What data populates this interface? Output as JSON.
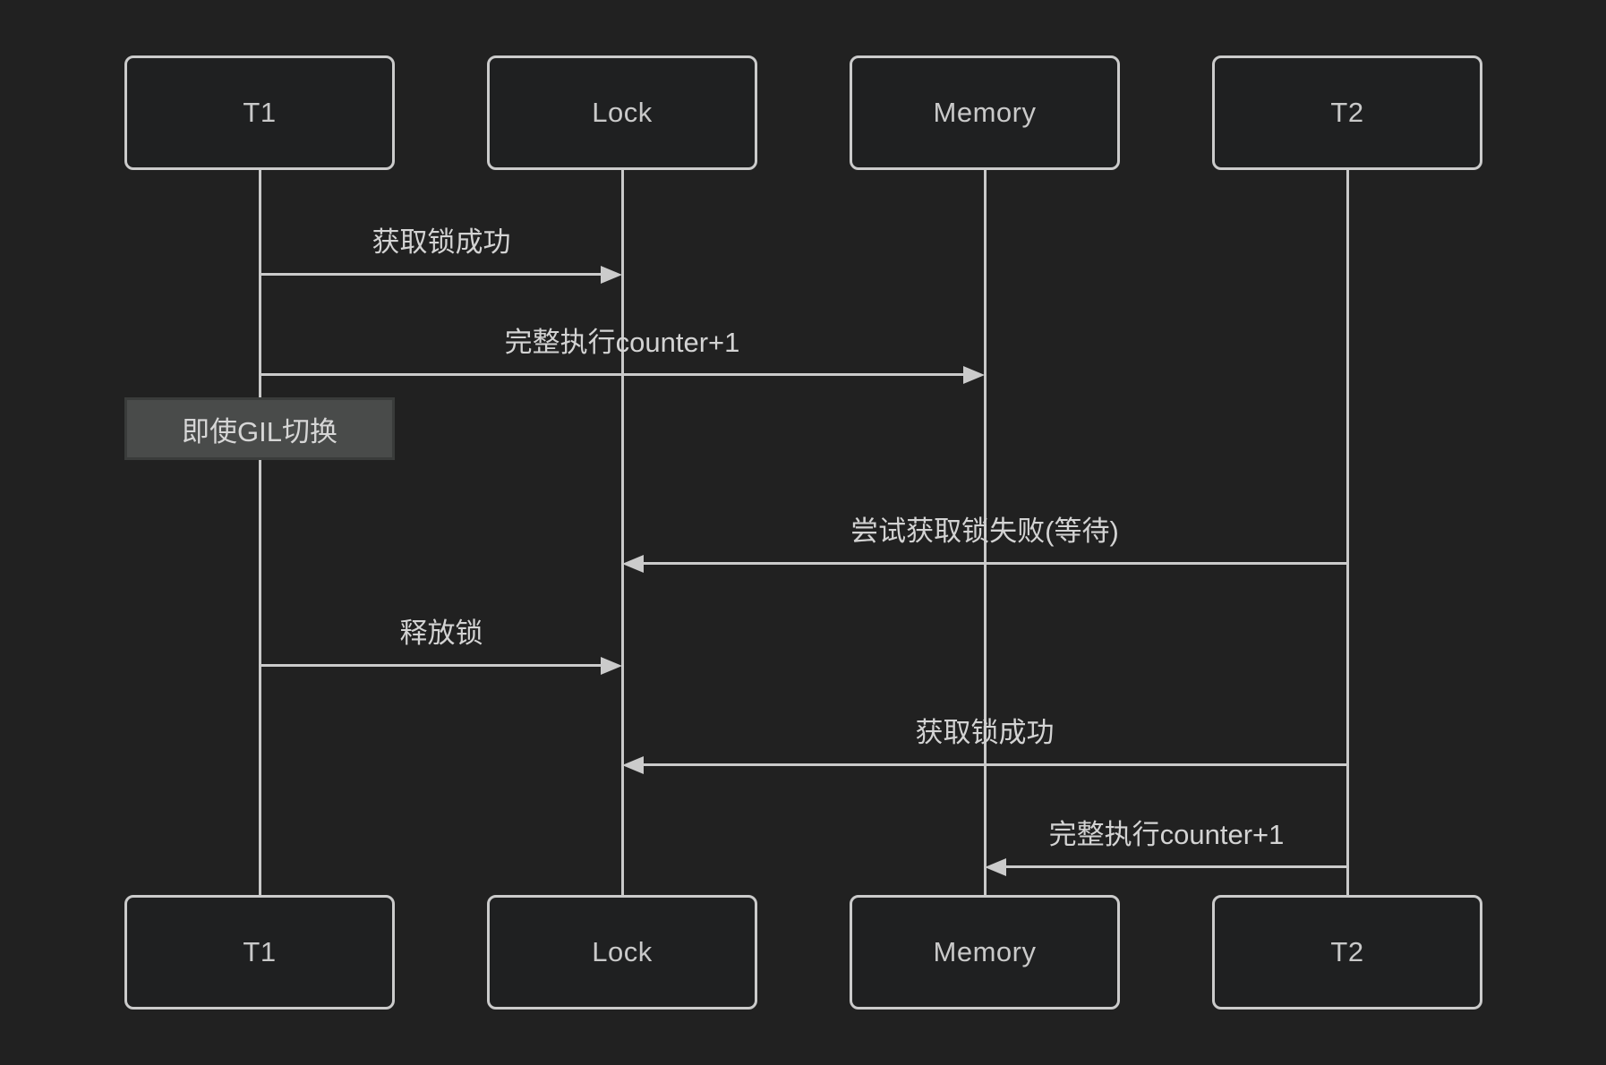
{
  "diagram": {
    "type": "sequence-diagram",
    "theme": {
      "background": "#212121",
      "actor_fill": "#1f2021",
      "stroke": "#cbcbcb",
      "actor_text_color": "#c9c9c9",
      "message_text_color": "#d3d3d3",
      "note_fill": "#494b4a",
      "note_border": "#3a3c3b",
      "note_text_color": "#d6d6d6"
    },
    "actors": [
      {
        "id": "t1",
        "label": "T1"
      },
      {
        "id": "lock",
        "label": "Lock"
      },
      {
        "id": "memory",
        "label": "Memory"
      },
      {
        "id": "t2",
        "label": "T2"
      }
    ],
    "messages": [
      {
        "from": "T1",
        "to": "Lock",
        "direction": "right",
        "label": "获取锁成功"
      },
      {
        "from": "T1",
        "to": "Memory",
        "direction": "right",
        "label": "完整执行counter+1"
      },
      {
        "from": "T2",
        "to": "Lock",
        "direction": "left",
        "label": "尝试获取锁失败(等待)"
      },
      {
        "from": "T1",
        "to": "Lock",
        "direction": "right",
        "label": "释放锁"
      },
      {
        "from": "T2",
        "to": "Lock",
        "direction": "left",
        "label": "获取锁成功"
      },
      {
        "from": "T2",
        "to": "Memory",
        "direction": "left",
        "label": "完整执行counter+1"
      }
    ],
    "note": {
      "over": "T1",
      "label": "即使GIL切换"
    }
  }
}
